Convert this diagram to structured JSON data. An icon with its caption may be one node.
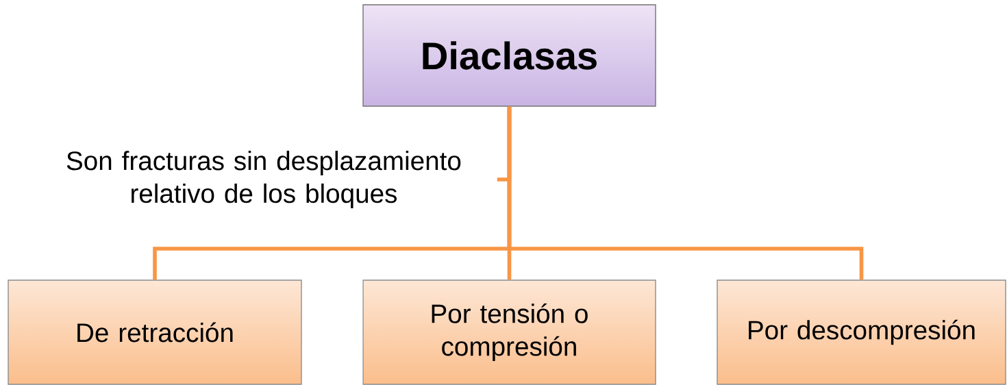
{
  "diagram": {
    "nodes": [
      {
        "text": [
          "Diaclasas"
        ]
      },
      {
        "text": [
          "Son fracturas sin desplazamiento relativo de los bloques"
        ]
      },
      {
        "text": [
          "De retracción"
        ]
      },
      {
        "text": [
          "Por tensión o compresión"
        ]
      },
      {
        "text": [
          "Por descompresión"
        ]
      }
    ],
    "edges": [
      {
        "from": 0,
        "to": 1,
        "arrow": "none"
      },
      {
        "from": 0,
        "to": 2,
        "arrow": "none"
      },
      {
        "from": 0,
        "to": 3,
        "arrow": "none"
      },
      {
        "from": 0,
        "to": 4,
        "arrow": "none"
      }
    ]
  }
}
